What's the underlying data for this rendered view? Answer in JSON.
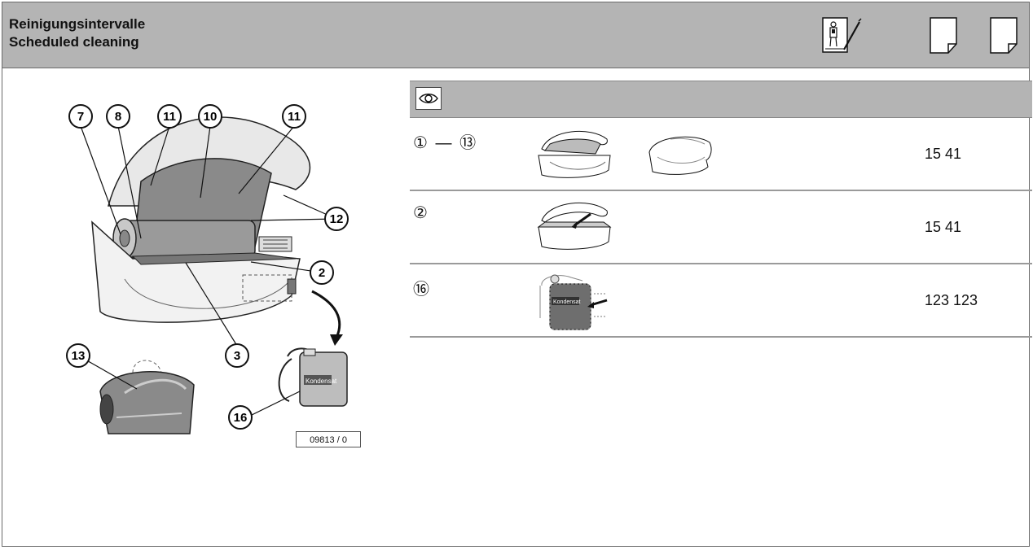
{
  "header": {
    "title_de": "Reinigungsintervalle",
    "title_en": "Scheduled cleaning",
    "icons": [
      "technician-manual-icon",
      "page-icon",
      "page-icon"
    ]
  },
  "figure": {
    "callouts": [
      "7",
      "8",
      "11",
      "10",
      "11",
      "12",
      "2",
      "3",
      "13",
      "16"
    ],
    "canister_label": "Kondensat",
    "figure_code": "09813 / 0"
  },
  "table": {
    "header_icon": "eye-icon",
    "rows": [
      {
        "ref_from": "①",
        "dash": "—",
        "ref_to": "⑬",
        "value": "15 41"
      },
      {
        "ref_from": "②",
        "value": "15 41"
      },
      {
        "ref_from": "⑯",
        "canister_label": "Kondensat",
        "value": "123 123"
      }
    ]
  }
}
